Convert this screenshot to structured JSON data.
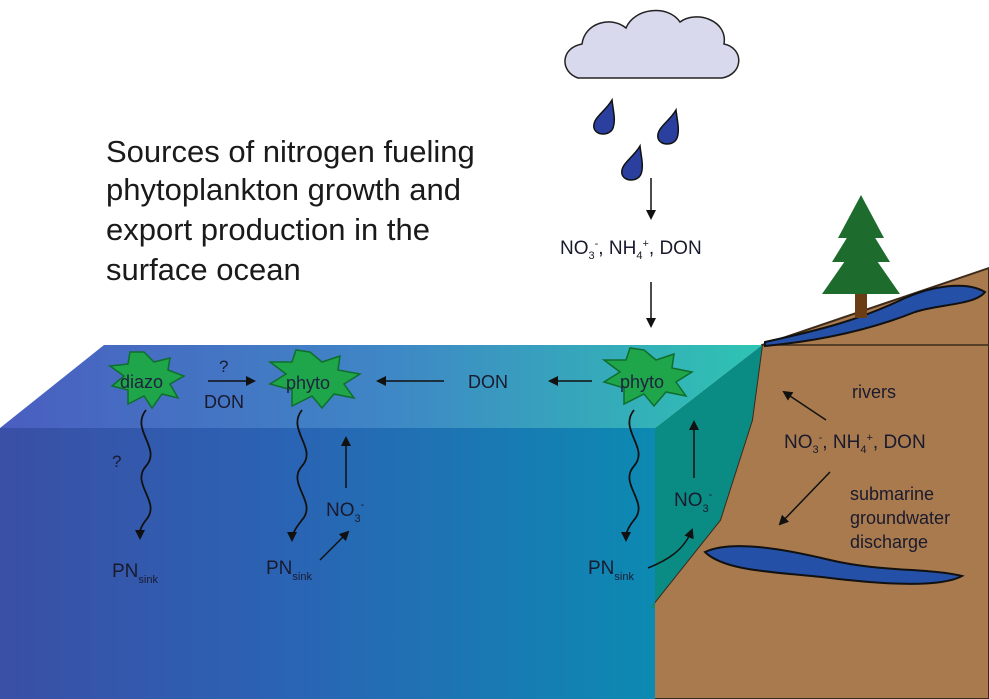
{
  "title_lines": [
    "Sources of nitrogen fueling",
    "phytoplankton growth and",
    "export production in the",
    "surface ocean"
  ],
  "atmosphere": {
    "flux": {
      "no3": "NO",
      "no3_sub": "3",
      "no3_sup": "-",
      "sep1": ", ",
      "nh4": "NH",
      "nh4_sub": "4",
      "nh4_sup": "+",
      "sep2": ", ",
      "don": "DON"
    }
  },
  "ocean": {
    "diazo_label": "diazo",
    "phyto_left_label": "phyto",
    "phyto_right_label": "phyto",
    "question_top": "?",
    "don_small": "DON",
    "don_middle": "DON",
    "question_left": "?",
    "pn_left": {
      "base": "PN",
      "sub": "sink"
    },
    "pn_middle": {
      "base": "PN",
      "sub": "sink"
    },
    "pn_right": {
      "base": "PN",
      "sub": "sink"
    },
    "no3_middle": {
      "base": "NO",
      "sub": "3",
      "sup": "-"
    },
    "no3_right": {
      "base": "NO",
      "sub": "3",
      "sup": "-"
    }
  },
  "land": {
    "rivers_label": "rivers",
    "flux": {
      "no3": "NO",
      "no3_sub": "3",
      "no3_sup": "-",
      "sep1": ", ",
      "nh4": "NH",
      "nh4_sub": "4",
      "nh4_sup": "+",
      "sep2": ", ",
      "don": "DON"
    },
    "sgd_lines": [
      "submarine",
      "groundwater",
      "discharge"
    ]
  },
  "colors": {
    "ocean_left": "#3a55a8",
    "ocean_mid": "#2a6fb8",
    "ocean_right": "#0a86b0",
    "surface_left": "#4b63c4",
    "surface_right": "#2fc0b0",
    "side_face": "#0a8c84",
    "land": "#a87a4e",
    "land_edge": "#3b2a1a",
    "water_body": "#2450a8",
    "bloom": "#1fa54a",
    "bloom_dark": "#0f6e2e",
    "tree": "#1e6b2e",
    "trunk": "#6a3d14",
    "cloud": "#d8d9ec",
    "raindrop": "#2a3f9e"
  },
  "icons": [
    "cloud-icon",
    "raindrop-icon",
    "tree-icon",
    "bloom-icon"
  ]
}
